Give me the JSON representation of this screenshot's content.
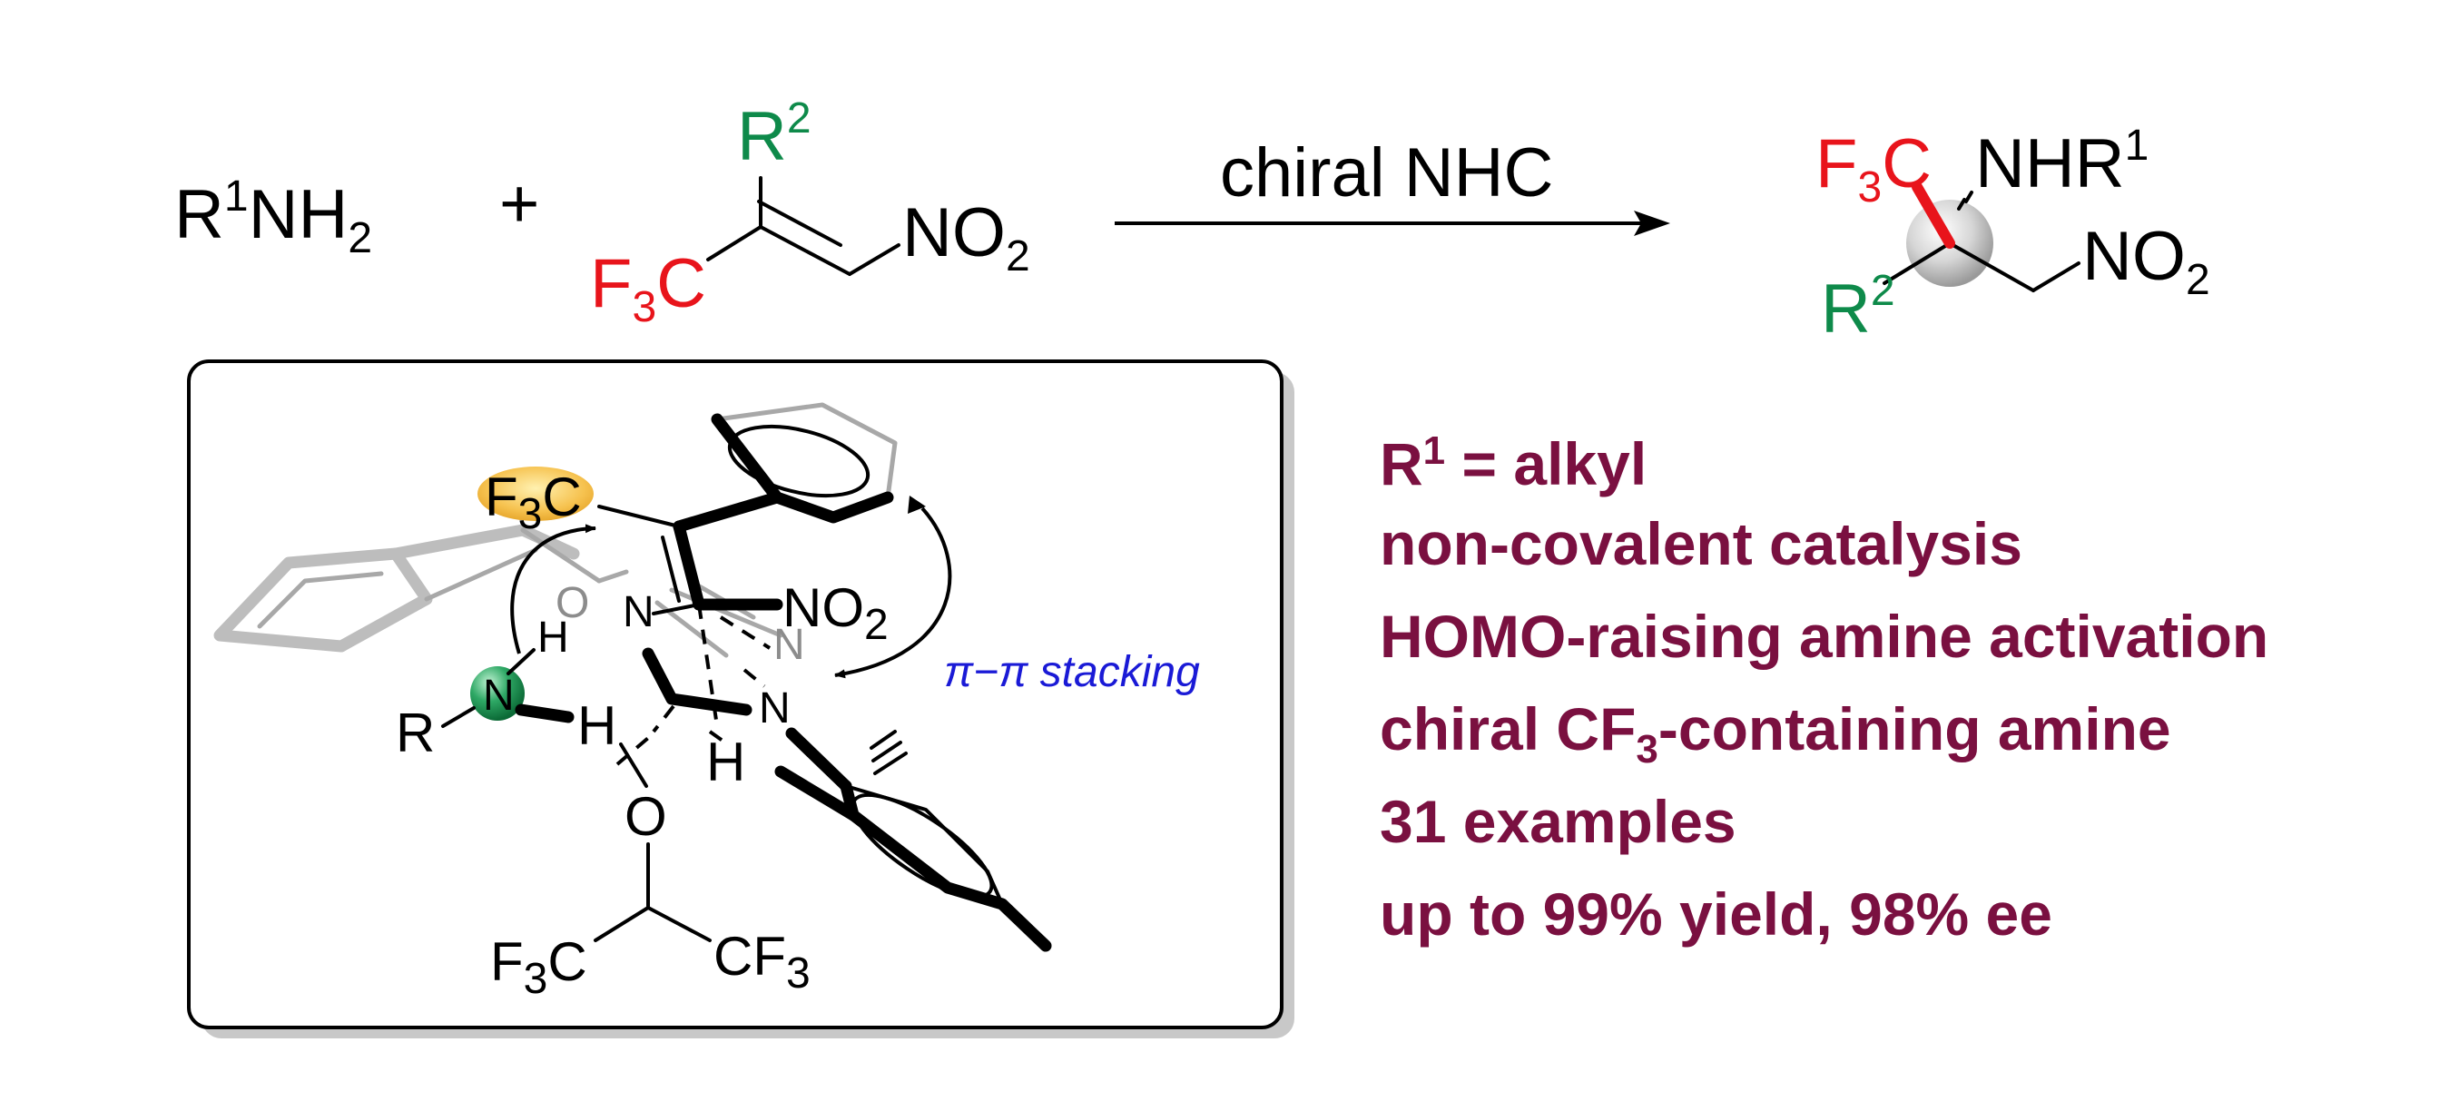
{
  "reaction": {
    "amine": {
      "r": "R",
      "r_sup": "1",
      "nh": "NH",
      "nh_sub": "2"
    },
    "plus": "+",
    "alkene": {
      "r": "R",
      "r_sup": "2",
      "f": "F",
      "f_sub": "3",
      "c": "C",
      "no": "NO",
      "no_sub": "2"
    },
    "condition": "chiral NHC",
    "product": {
      "f": "F",
      "f_sub": "3",
      "c": "C",
      "nhr": "NHR",
      "nhr_sup": "1",
      "no": "NO",
      "no_sub": "2",
      "r": "R",
      "r_sup": "2"
    }
  },
  "model": {
    "cf3_f": "F",
    "cf3_sub": "3",
    "cf3_c": "C",
    "no": "NO",
    "no_sub": "2",
    "o_gray": "O",
    "n_gray": "N",
    "n_upper": "N",
    "n_lower": "N",
    "h_nh": "H",
    "h_ho": "H",
    "h_lower": "H",
    "r": "R",
    "n_amine": "N",
    "o": "O",
    "cf3_left_f": "F",
    "cf3_left_sub": "3",
    "cf3_left_c": "C",
    "cf3_right": "CF",
    "cf3_right_sub": "3",
    "stacking": "π−π stacking"
  },
  "features": [
    {
      "pre": "R",
      "sup": "1",
      "post": " = alkyl"
    },
    {
      "text": "non-covalent catalysis"
    },
    {
      "text": "HOMO-raising amine activation"
    },
    {
      "pre": "chiral CF",
      "sub": "3",
      "post": "-containing amine"
    },
    {
      "text": "31 examples"
    },
    {
      "text": "up to 99% yield, 98% ee"
    }
  ],
  "colors": {
    "red": "#e8141b",
    "green": "#0e8a4a",
    "features": "#7a1040",
    "blue": "#1a1ad6",
    "highlight_yellow": "#f2b640",
    "highlight_green": "#1f9a55"
  }
}
